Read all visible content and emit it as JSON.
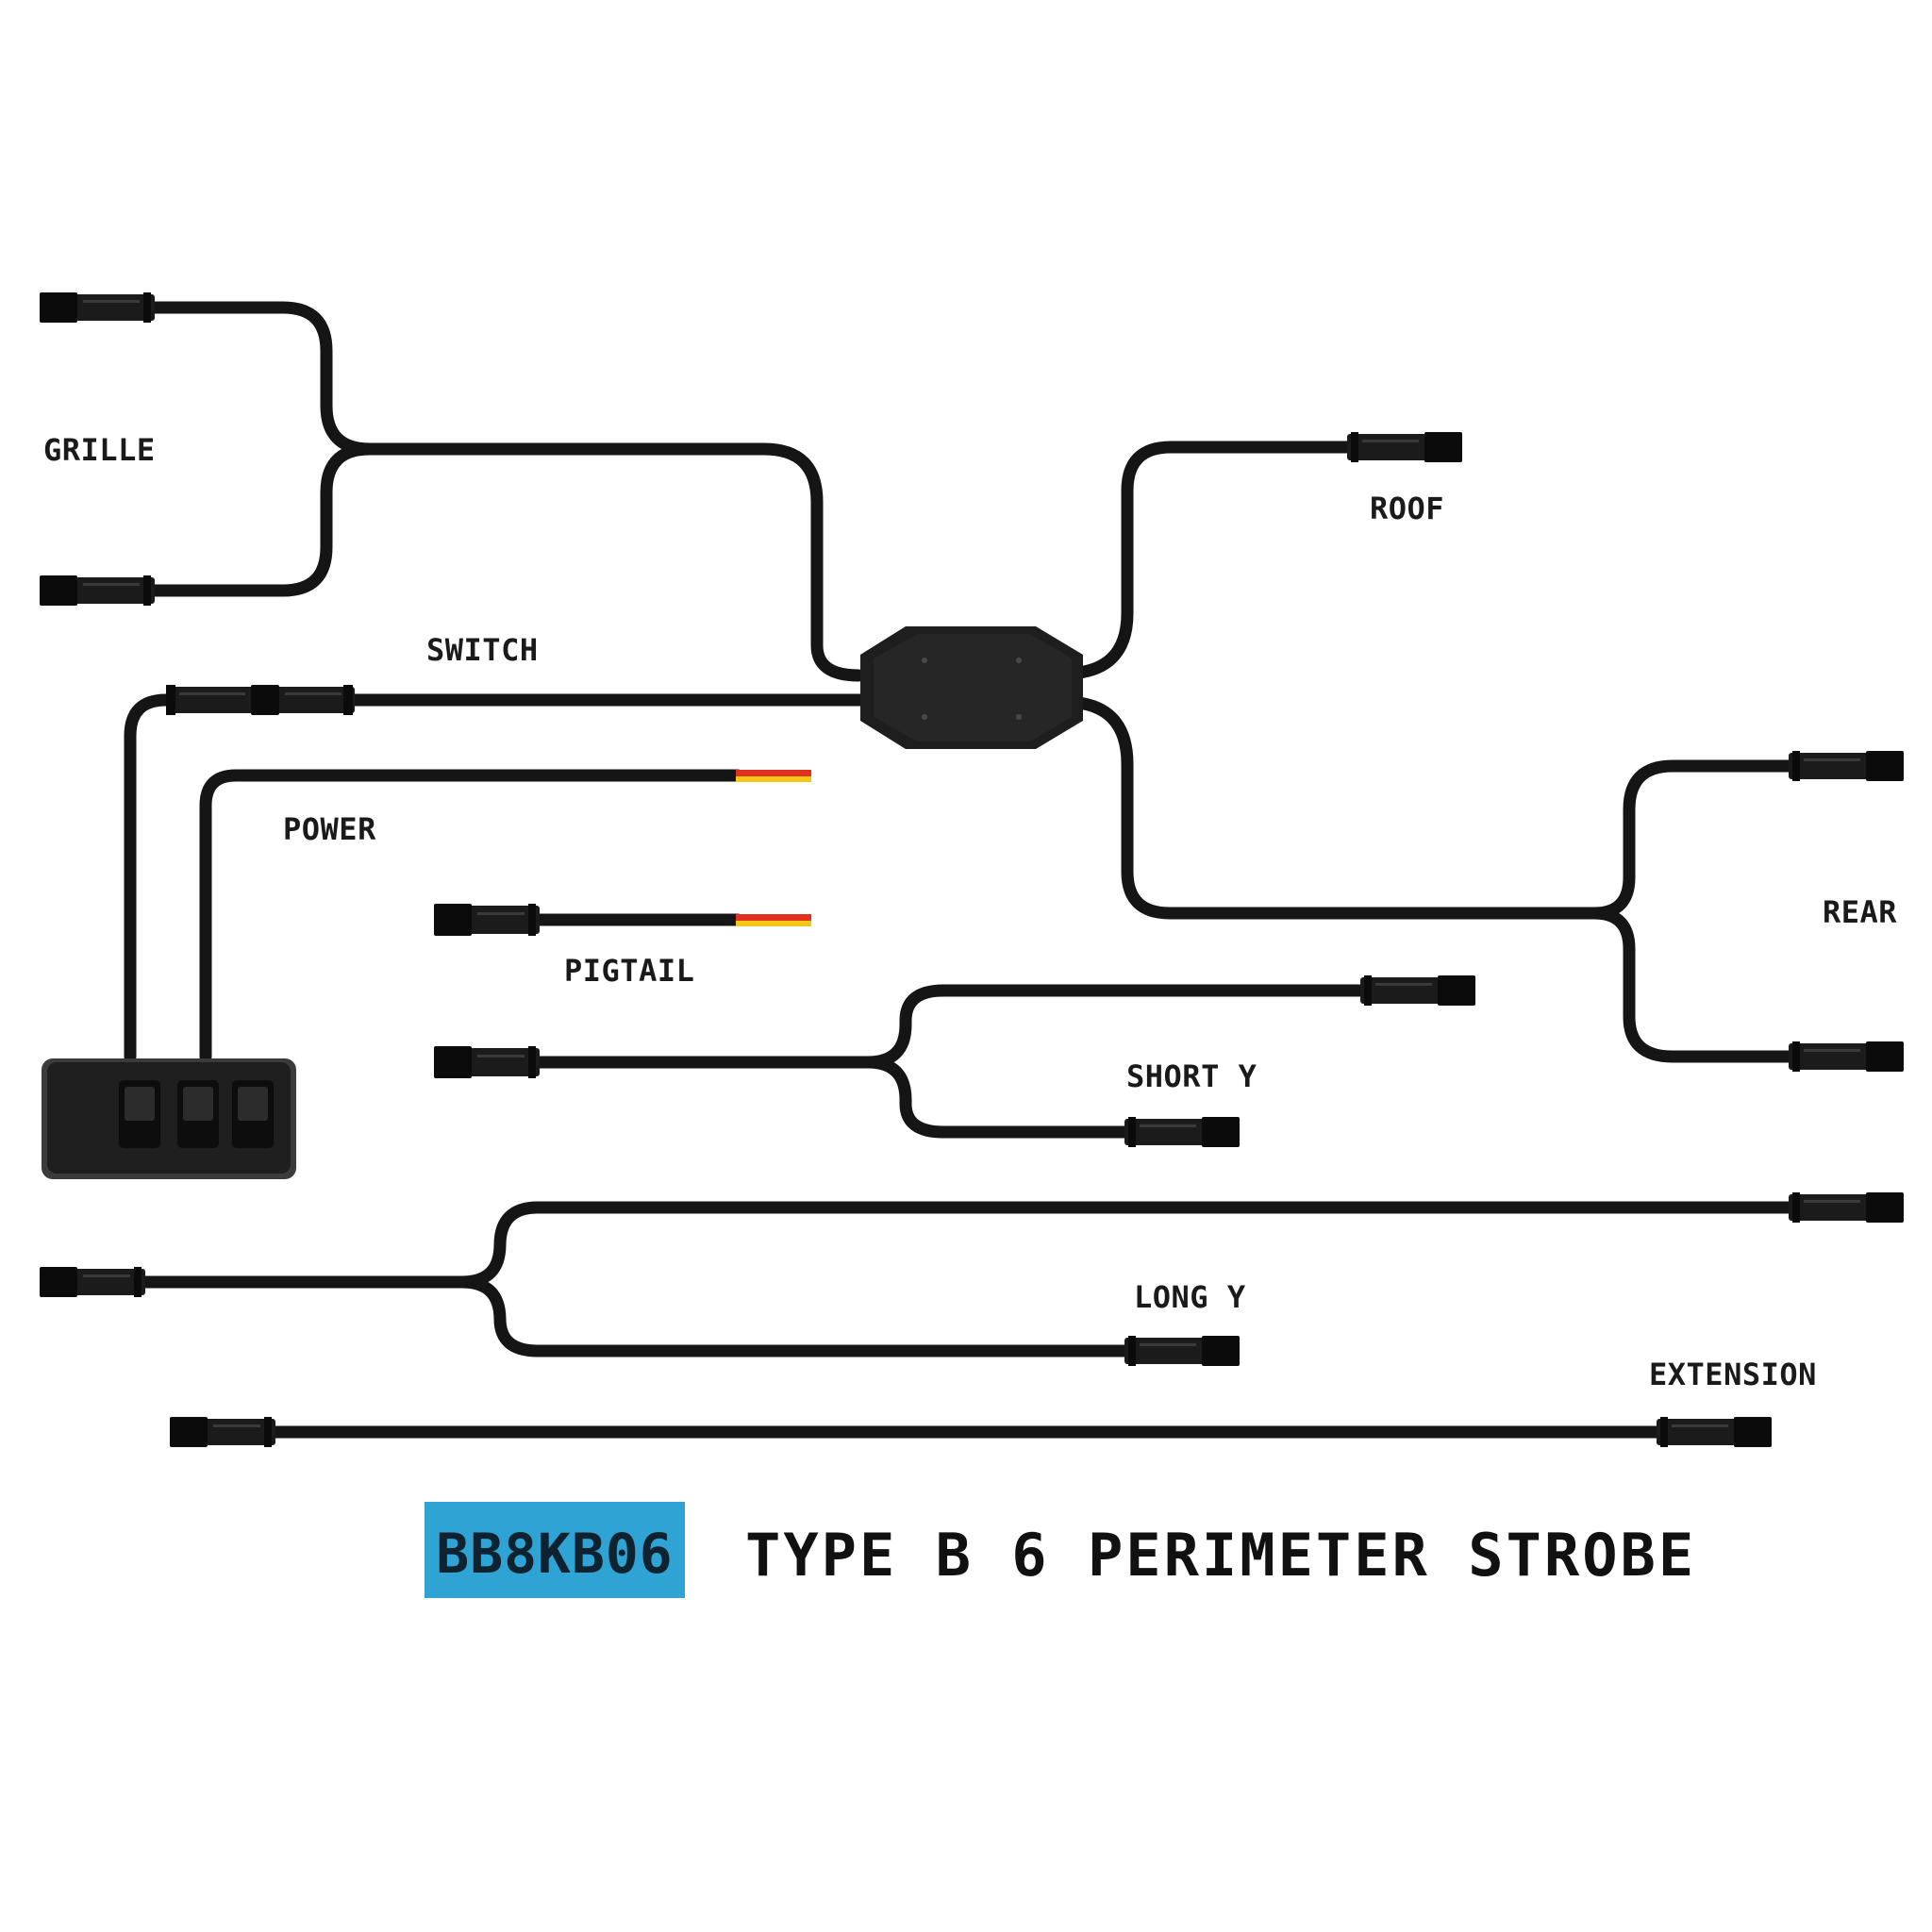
{
  "labels": {
    "grille": "GRILLE",
    "roof": "ROOF",
    "switch": "SWITCH",
    "power": "POWER",
    "pigtail": "PIGTAIL",
    "rear": "REAR",
    "short_y": "SHORT Y",
    "long_y": "LONG Y",
    "extension": "EXTENSION"
  },
  "footer": {
    "code": "BB8KB06",
    "title": "TYPE B 6 PERIMETER STROBE"
  },
  "colors": {
    "cable": "#151515",
    "code_badge": "#2ea3d4",
    "wire_red": "#e0301e",
    "wire_yellow": "#f5c518"
  }
}
